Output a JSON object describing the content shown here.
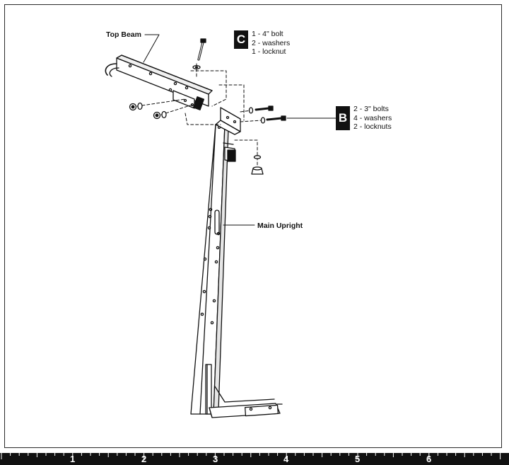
{
  "labels": {
    "top_beam": "Top Beam",
    "main_upright": "Main Upright"
  },
  "kit_c": {
    "letter": "C",
    "items": [
      "1 - 4\" bolt",
      "2 - washers",
      "1 - locknut"
    ]
  },
  "kit_b": {
    "letter": "B",
    "items": [
      "2 - 3\" bolts",
      "4 - washers",
      "2 - locknuts"
    ]
  },
  "ruler": {
    "numbers": [
      "1",
      "2",
      "3",
      "4",
      "5",
      "6"
    ]
  },
  "colors": {
    "ink": "#111111",
    "paper": "#ffffff"
  }
}
